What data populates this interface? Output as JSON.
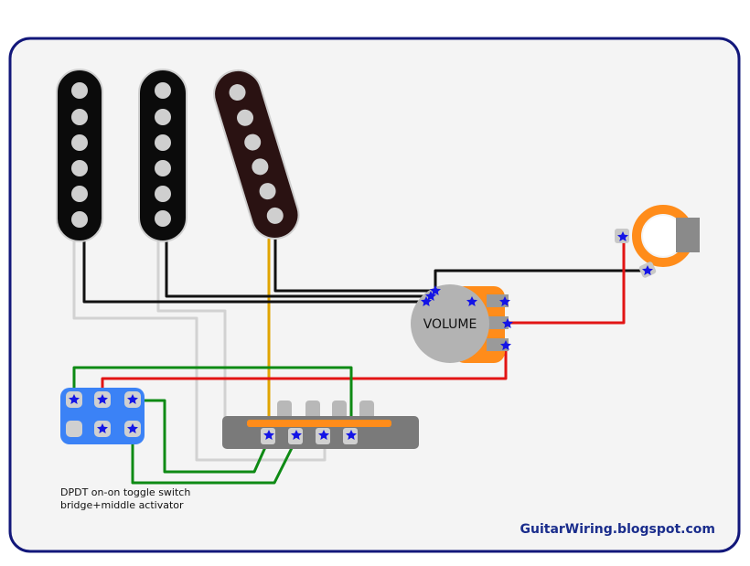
{
  "pot": {
    "label": "VOLUME"
  },
  "caption": {
    "line1": "DPDT on-on toggle switch",
    "line2": "bridge+middle activator"
  },
  "site": {
    "label": "GuitarWiring.blogspot.com"
  },
  "colors": {
    "frame": "#12177a",
    "panel": "#f4f4f4",
    "pickup_body": "#0b0b0b",
    "bridge_pickup_body": "#2a1212",
    "pole": "#cfcfcf",
    "wire_black": "#111111",
    "wire_white": "#d2d2d2",
    "wire_green": "#0e8a14",
    "wire_red": "#e21414",
    "wire_yellow": "#e0a400",
    "lug_orange": "#ff8c1a",
    "solder_blue": "#1414e6",
    "switch_body": "#3b82f6",
    "selector_body": "#7a7a7a",
    "pot_body": "#b3b3b3",
    "jack_ring": "#ff8c1a"
  },
  "icons": [
    "neck-pickup-icon",
    "middle-pickup-icon",
    "bridge-pickup-icon",
    "volume-pot-icon",
    "output-jack-icon",
    "dpdt-switch-icon",
    "five-way-selector-icon"
  ]
}
